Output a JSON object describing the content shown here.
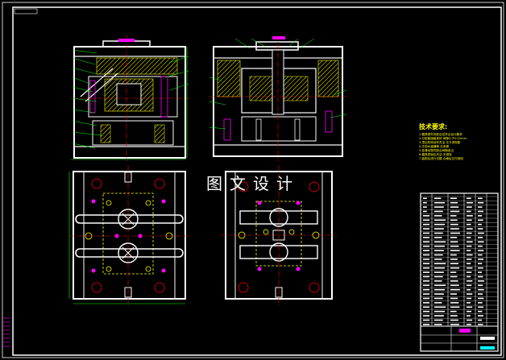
{
  "watermark": "图文设计",
  "tech_requirements": {
    "title": "技术要求:",
    "lines": [
      "1.模具零件的配合应符合设计要求",
      "2.分型面接触良好 间隙小于0.02mm",
      "3.顶出机构动作灵活 无卡滞现象",
      "4.冷却水道通畅 无渗漏",
      "5.各滑动零件配合间隙适当",
      "6.模具表面应光洁 无锈蚀",
      "7.装配后进行试模 合格后交付使用"
    ]
  },
  "colors": {
    "background": "#000000",
    "outline": "#ffffff",
    "centerline": "#ff0000",
    "hatch": "#ffff00",
    "green_lines": "#00ff00",
    "accent": "#ff00ff",
    "cyan": "#00ffff"
  }
}
